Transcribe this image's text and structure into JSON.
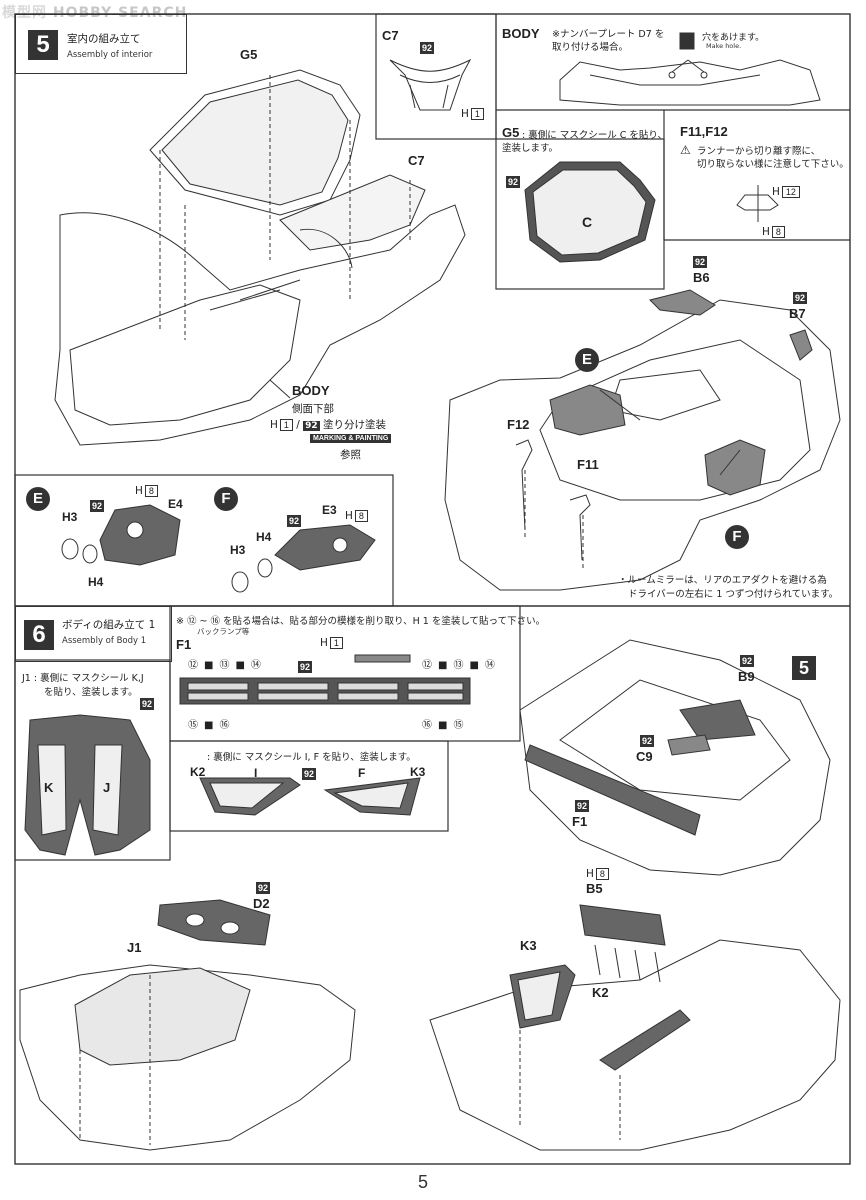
{
  "watermark": {
    "cn": "模型网",
    "text": "HOBBY SEARCH"
  },
  "step5": {
    "number": "5",
    "title_jp": "室内の組み立て",
    "title_en": "Assembly of interior",
    "labels": {
      "g5": "G5",
      "c7_main": "C7",
      "body": "BODY",
      "body_note": "側面下部",
      "sanshou": "参照",
      "marking": "MARKING & PAINTING",
      "paint_suffix": "塗り分け塗装"
    },
    "c7_box": {
      "title": "C7",
      "color": "92",
      "hnum": "1"
    },
    "body_box": {
      "title": "BODY",
      "note": "※ナンバープレート D7 を取り付ける場合。",
      "hole_jp": "穴をあけます。",
      "hole_en": "Make hole."
    },
    "g5_box": {
      "title": "G5",
      "note1": ": 裏側に マスクシール C を貼り、",
      "note2": "塗装します。",
      "color": "92",
      "mask": "C"
    },
    "f11_box": {
      "title": "F11,F12",
      "note1": "ランナーから切り離す際に、",
      "note2": "切り取らない様に注意して下さい。",
      "h1": "12",
      "h2": "8"
    },
    "rear_labels": {
      "b6": "B6",
      "b7": "B7",
      "e": "E",
      "f": "F",
      "f12": "F12",
      "f11": "F11",
      "c92a": "92",
      "c92b": "92"
    },
    "mirror_note1": "・ルームミラーは、リアのエアダクトを避ける為",
    "mirror_note2": "ドライバーの左右に 1 つずつ付けられています。",
    "sub_e": {
      "circle": "E",
      "h3": "H3",
      "h4": "H4",
      "e4": "E4",
      "color": "92",
      "hnum": "8"
    },
    "sub_f": {
      "circle": "F",
      "h3": "H3",
      "h4": "H4",
      "e3": "E3",
      "color": "92",
      "hnum": "8"
    }
  },
  "step6": {
    "number": "6",
    "title_jp": "ボディの組み立て 1",
    "title_en": "Assembly of Body 1",
    "note": "※ ⑫ ~ ⑯ を貼る場合は、貼る部分の模様を削り取り、H 1 を塗装して貼って下さい。",
    "note_sub": "バックランプ等",
    "f1_box": {
      "title": "F1",
      "hnum": "1",
      "color": "92",
      "decals_top": [
        "⑫",
        "⑬",
        "⑭",
        "⑫",
        "⑬",
        "⑭"
      ],
      "decals_bottom": [
        "⑮",
        "⑯",
        "⑯",
        "⑮"
      ]
    },
    "j1_box": {
      "note1": "J1 : 裏側に マスクシール K,J",
      "note2": "を貼り、塗装します。",
      "color": "92",
      "k": "K",
      "j": "J"
    },
    "k_box": {
      "note": ": 裏側に マスクシール I, F を貼り、塗装します。",
      "k2": "K2",
      "k3": "K3",
      "i": "I",
      "f": "F",
      "color": "92"
    },
    "right_labels": {
      "five": "5",
      "b9": "B9",
      "c9": "C9",
      "f1": "F1",
      "c92_b9": "92",
      "c92_c9": "92",
      "c92_f1": "92"
    },
    "bottom_left": {
      "d2": "D2",
      "j1": "J1",
      "color": "92"
    },
    "bottom_right": {
      "b5": "B5",
      "k3": "K3",
      "k2": "K2",
      "hnum": "8"
    }
  },
  "page_number": "5"
}
